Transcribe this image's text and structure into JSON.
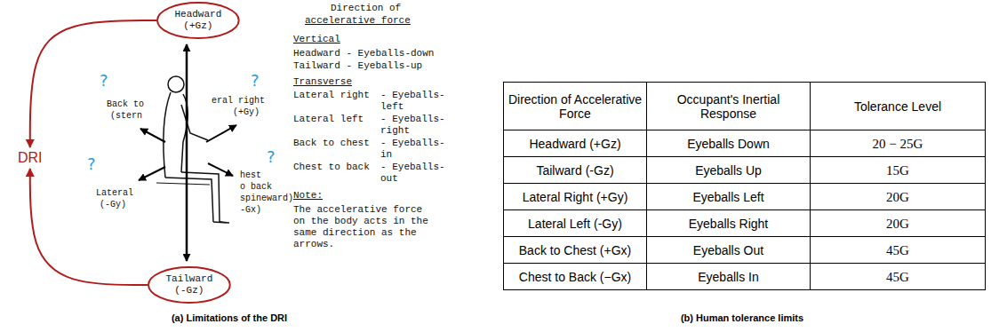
{
  "diagram": {
    "nodes": [
      {
        "text": [
          "Headward (+Gz)"
        ]
      },
      {
        "text": [
          "DRI"
        ]
      },
      {
        "text": [
          "Tailward (-Gz)"
        ]
      }
    ],
    "edges": [
      {
        "from": 0,
        "to": 1,
        "arrow": "to"
      },
      {
        "from": 2,
        "to": 1,
        "arrow": "to"
      }
    ],
    "labels": [
      "?",
      "?",
      "?",
      "?",
      "Back to",
      "(stern",
      "eral right",
      "(+Gy)",
      "Lateral",
      "(-Gy)",
      "hest",
      "o back",
      "spineward)",
      "-Gx)",
      "Direction of",
      "accelerative force",
      "Vertical",
      "Headward - Eyeballs-down",
      "Tailward - Eyeballs-up",
      "Transverse",
      "Lateral right",
      "- Eyeballs- left",
      "Lateral left",
      "- Eyeballs- right",
      "Back to chest",
      "- Eyeballs- in",
      "Chest to back",
      "- Eyeballs- out",
      "Note:",
      "The accelerative force on the body acts in the same direction as the arrows.",
      "(a) Limitations of the DRI",
      "(b) Human tolerance limits",
      "Direction of Accelerative Force",
      "Occupant's Inertial Response",
      "Tolerance Level",
      "Headward (+Gz)",
      "Eyeballs Down",
      "20 − 25G",
      "Tailward (-Gz)",
      "Eyeballs Up",
      "15G",
      "Lateral Right (+Gy)",
      "Eyeballs Left",
      "20G",
      "Lateral Left (-Gy)",
      "Eyeballs Right",
      "20G",
      "Back to Chest (+Gx)",
      "Eyeballs Out",
      "45G",
      "Chest to Back (−Gx)",
      "Eyeballs In",
      "45G"
    ]
  }
}
